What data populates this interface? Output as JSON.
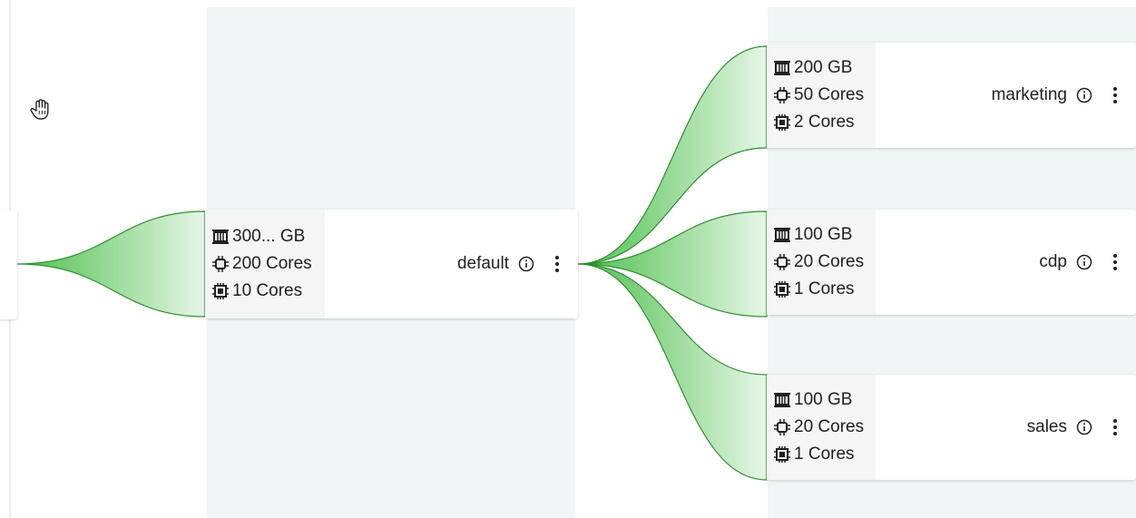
{
  "queues": {
    "default": {
      "name": "default",
      "memory": "300... GB",
      "vcores": "200 Cores",
      "gpu": "10 Cores"
    },
    "marketing": {
      "name": "marketing",
      "memory": "200 GB",
      "vcores": "50 Cores",
      "gpu": "2 Cores"
    },
    "cdp": {
      "name": "cdp",
      "memory": "100 GB",
      "vcores": "20 Cores",
      "gpu": "1 Cores"
    },
    "sales": {
      "name": "sales",
      "memory": "100 GB",
      "vcores": "20 Cores",
      "gpu": "1 Cores"
    }
  },
  "icons": {
    "memory": "memory-icon",
    "vcores": "cpu-icon",
    "gpu": "gpu-chip-icon",
    "info": "info-icon",
    "more": "more-vert-icon",
    "cursor": "hand-grab-icon"
  },
  "colors": {
    "connector_stroke": "#2e8b2e",
    "connector_fill_start": "#5fc85f",
    "connector_fill_end": "#e8f7e8",
    "lane": "#f0f5f5"
  }
}
